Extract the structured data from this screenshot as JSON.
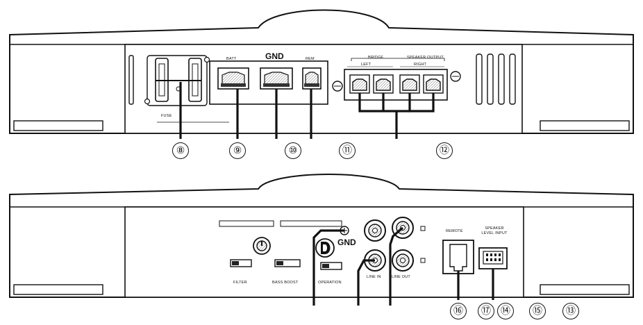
{
  "top_panel": {
    "terminal_labels": {
      "batt": "BATT",
      "gnd": "GND",
      "rem": "REM",
      "bridge": "BRIDGE",
      "speaker_output": "SPEAKER OUTPUT",
      "left": "LEFT",
      "right": "RIGHT",
      "fuse": "FUSE"
    },
    "callouts": [
      "⑧",
      "⑨",
      "⑩",
      "⑪",
      "⑫"
    ]
  },
  "bottom_panel": {
    "control_labels": {
      "filter": "FILTER",
      "bass_boost": "BASS BOOST",
      "operation": "OPERATION",
      "gnd": "GND",
      "line_in": "LINE IN",
      "line_out": "LINE OUT",
      "remote": "REMOTE",
      "speaker_level_input": "SPEAKER LEVEL INPUT"
    },
    "callouts": [
      "⑯",
      "⑰",
      "⑭",
      "⑮",
      "⑬"
    ]
  }
}
